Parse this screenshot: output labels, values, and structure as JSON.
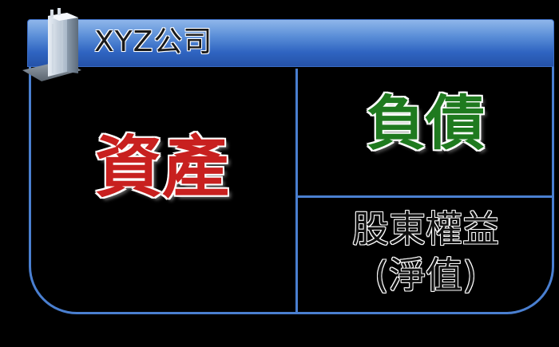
{
  "title": "XYZ公司",
  "assets_label": "資產",
  "liabilities_label": "負債",
  "equity_label_line1": "股東權益",
  "equity_label_line2": "(淨值)",
  "colors": {
    "title_bar": "#2f64c1",
    "border": "#4a7fd0",
    "assets": "#c8201f",
    "liabilities": "#1f7a1f",
    "background": "#000000"
  },
  "icons": [
    "building-icon"
  ]
}
